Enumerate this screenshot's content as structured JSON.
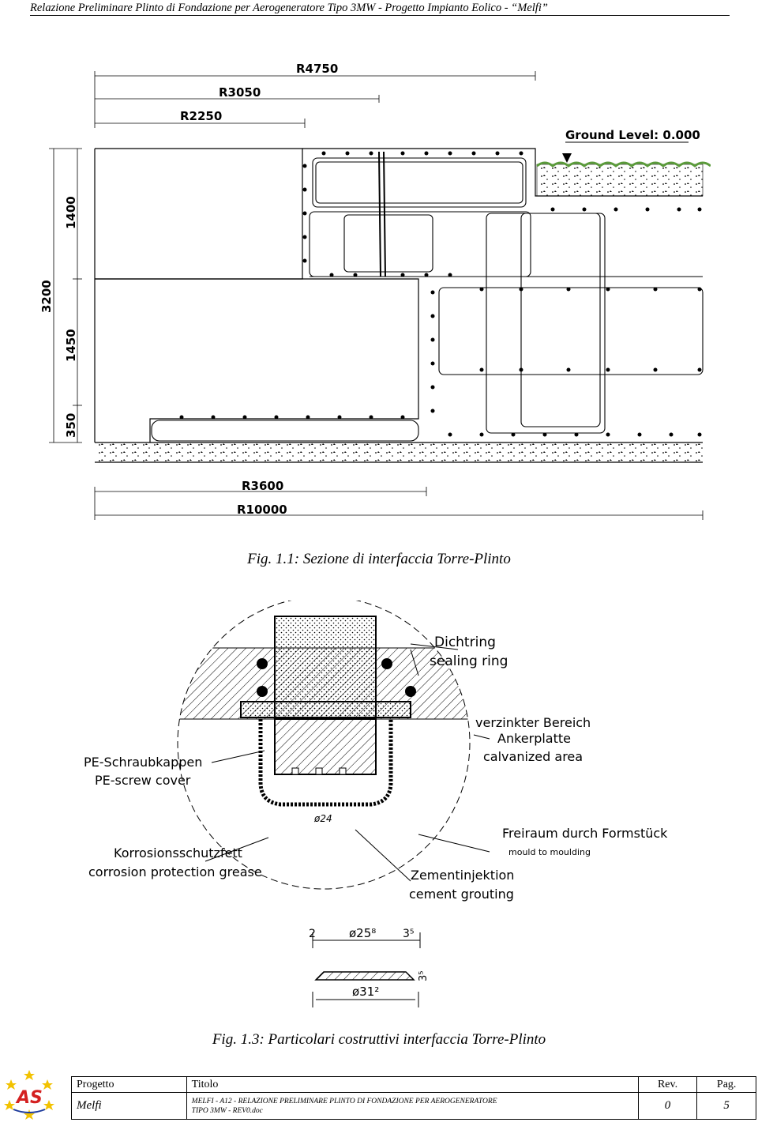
{
  "header": {
    "running_title": "Relazione Preliminare Plinto di Fondazione per Aerogeneratore Tipo 3MW - Progetto Impianto Eolico - “Melfi”"
  },
  "figure1": {
    "caption": "Fig. 1.1: Sezione di interfaccia Torre-Plinto",
    "top_dims": [
      "R4750",
      "R3050",
      "R2250"
    ],
    "bottom_dims": [
      "R3600",
      "R10000"
    ],
    "side_dims": [
      "3200",
      "1400",
      "1450",
      "350"
    ],
    "ground_level": "Ground Level: 0.000"
  },
  "figure3": {
    "caption": "Fig. 1.3: Particolari costruttivi interfaccia Torre-Plinto",
    "labels": {
      "dichtring": "Dichtring",
      "sealing_ring": "sealing ring",
      "verzinkter": "verzinkter Bereich",
      "ankerplatte": "Ankerplatte",
      "calvanized": "calvanized area",
      "pe_schraub": "PE-Schraubkappen",
      "pe_screw": "PE-screw cover",
      "freiraum": "Freiraum durch Formstück",
      "mould": "mould to moulding",
      "korrosion": "Korrosionsschutzfett",
      "corrosion": "corrosion protection grease",
      "zement": "Zementinjektion",
      "cement": "cement grouting",
      "d24": "ø24",
      "d258": "ø25⁸",
      "d312": "ø31²",
      "dim2": "2",
      "dim35": "3⁵",
      "dim35b": "3⁵"
    }
  },
  "footer": {
    "progetto_label": "Progetto",
    "titolo_label": "Titolo",
    "rev_label": "Rev.",
    "pag_label": "Pag.",
    "progetto_value": "Melfi",
    "titolo_value_line1": "MELFI - A12 - RELAZIONE PRELIMINARE PLINTO DI FONDAZIONE PER AEROGENERATORE",
    "titolo_value_line2": "TIPO 3MW - REV0.doc",
    "rev_value": "0",
    "pag_value": "5",
    "logo_text": "AS"
  },
  "colors": {
    "ink": "#000000",
    "grass": "#5a9a3a",
    "logo_red": "#d42020",
    "logo_blue": "#1e3c9c",
    "logo_yellow": "#f2c200"
  }
}
